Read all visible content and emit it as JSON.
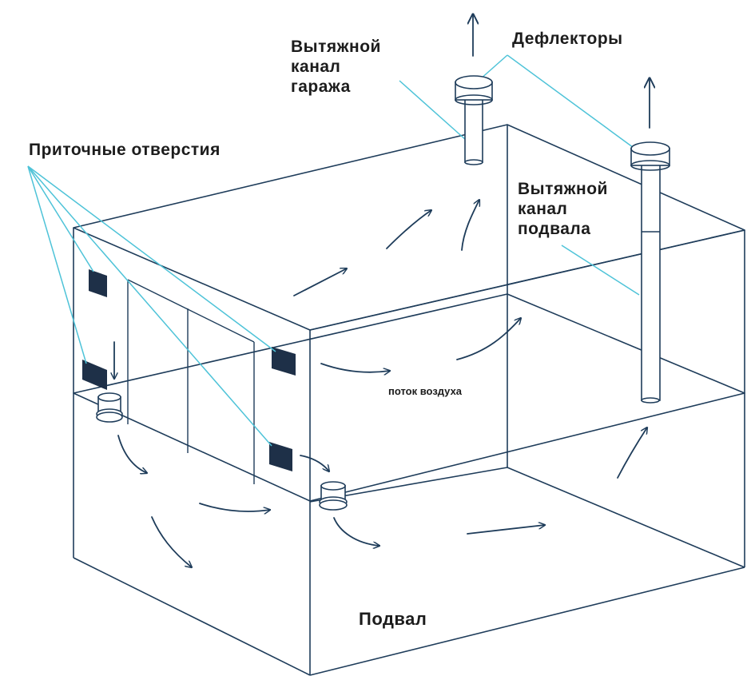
{
  "labels": {
    "garage_exhaust": [
      "Вытяжной",
      "канал",
      "гаража"
    ],
    "deflectors": "Дефлекторы",
    "supply_openings": "Приточные отверстия",
    "basement_exhaust": [
      "Вытяжной",
      "канал",
      "подвала"
    ],
    "air_flow": "поток воздуха",
    "basement": "Подвал"
  },
  "colors": {
    "outline": "#1e3c5a",
    "leader": "#4ec3d8",
    "arrow": "#1e3c5a",
    "vent": "#1e3048"
  }
}
